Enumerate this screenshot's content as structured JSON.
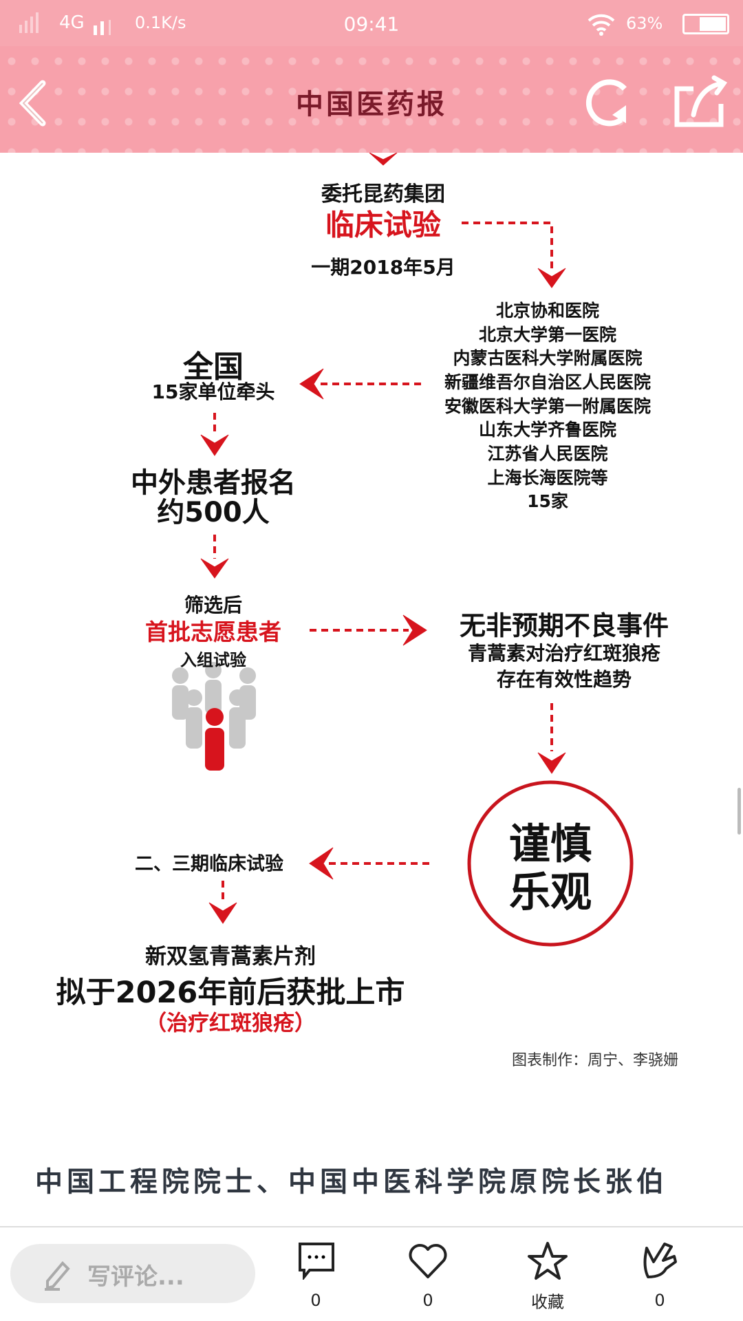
{
  "status_bar": {
    "network": "4G",
    "speed": "0.1K/s",
    "time": "09:41",
    "battery": "63%",
    "battery_level": 0.63
  },
  "nav": {
    "title": "中国医药报",
    "back_icon": "chevron-left-icon",
    "refresh_icon": "refresh-icon",
    "share_icon": "share-icon"
  },
  "infographic": {
    "entrust": "委托昆药集团",
    "clinical": "临床试验",
    "phase1": "一期2018年5月",
    "hospitals": [
      "北京协和医院",
      "北京大学第一医院",
      "内蒙古医科大学附属医院",
      "新疆维吾尔自治区人民医院",
      "安徽医科大学第一附属医院",
      "山东大学齐鲁医院",
      "江苏省人民医院",
      "上海长海医院等",
      "15家"
    ],
    "national": "全国",
    "units": "15家单位牵头",
    "patients": "中外患者报名",
    "patients_count": "约500人",
    "screened": "筛选后",
    "first_batch": "首批志愿患者",
    "enrolled": "入组试验",
    "no_adverse": "无非预期不良事件",
    "effect1": "青蒿素对治疗红斑狼疮",
    "effect2": "存在有效性趋势",
    "cautious1": "谨慎",
    "cautious2": "乐观",
    "phase23": "二、三期临床试验",
    "drug": "新双氢青蒿素片剂",
    "approval": "拟于2026年前后获批上市",
    "indication": "（治疗红斑狼疮）",
    "credit": "图表制作：周宁、李骁姗",
    "accent": "#d7141d"
  },
  "article": {
    "line1": "中国工程院院士、中国中医科学院原院长张伯"
  },
  "bottom": {
    "comment_placeholder": "写评论...",
    "comments": "0",
    "likes": "0",
    "favorite": "收藏",
    "shares": "0"
  }
}
